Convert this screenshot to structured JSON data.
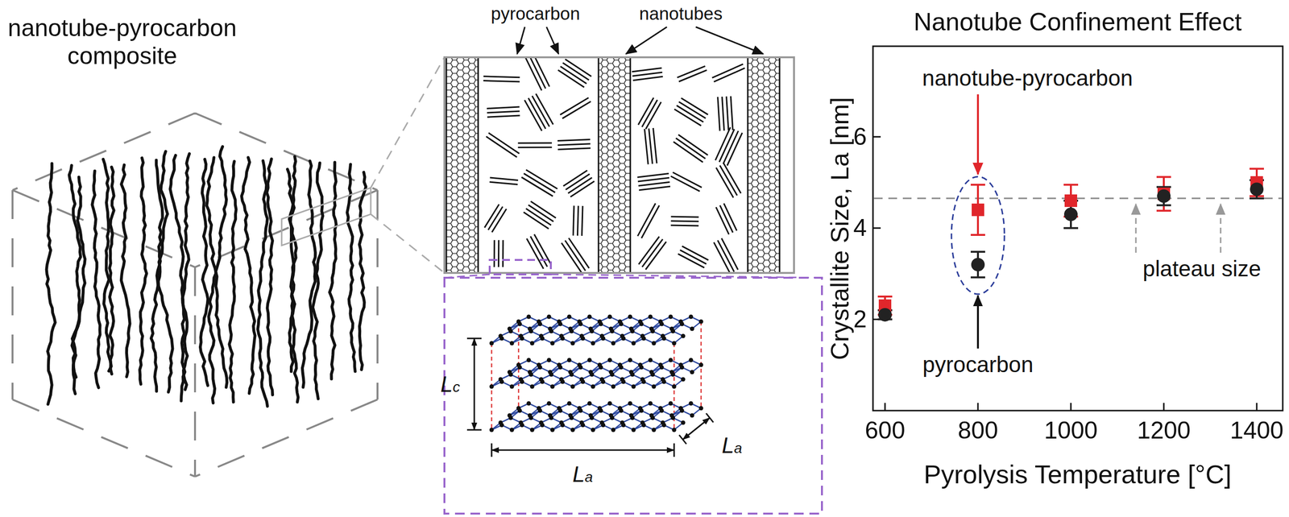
{
  "diagram": {
    "labels": [
      "nanotube-pyrocarbon composite",
      "pyrocarbon",
      "nanotubes",
      "Lc",
      "La",
      "La",
      "Nanotube Confinement Effect",
      "nanotube-pyrocarbon",
      "6",
      "4",
      "2",
      "pyrocarbon",
      "plateau size",
      "Crystallite Size, La [nm]",
      "600",
      "800",
      "1000",
      "1200",
      "1400",
      "Pyrolysis Temperature [°C]"
    ]
  }
}
